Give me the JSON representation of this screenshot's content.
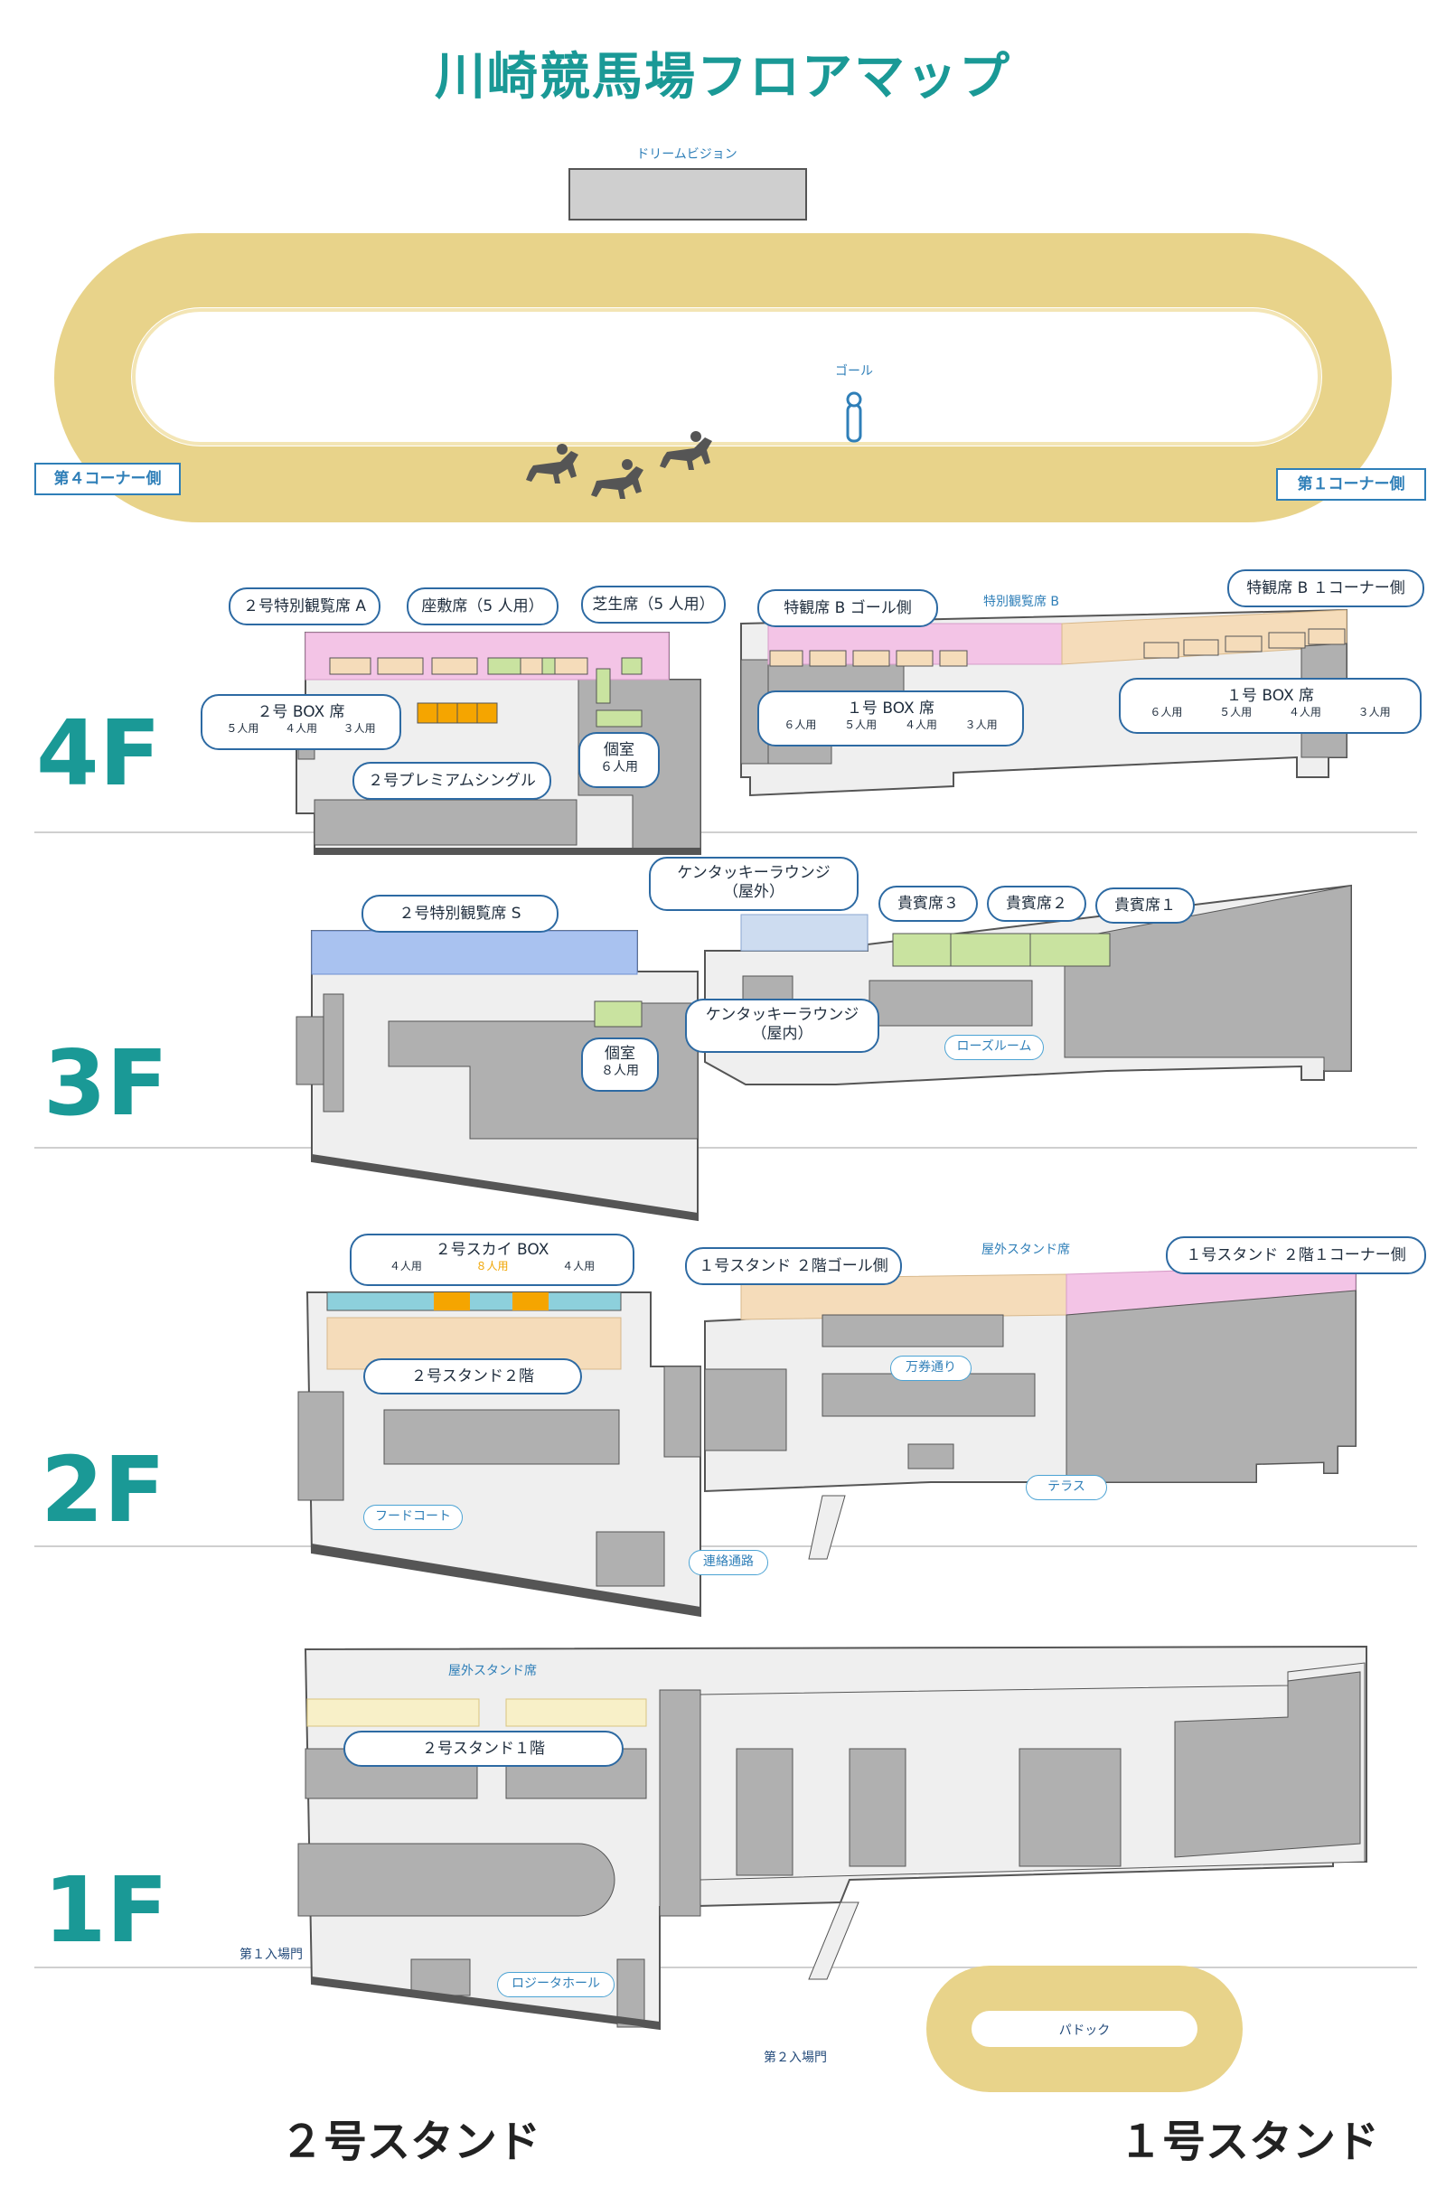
{
  "title": "川崎競馬場フロアマップ",
  "track": {
    "vision_label": "ドリームビジョン",
    "goal_label": "ゴール",
    "corner4_label": "第４コーナー側",
    "corner1_label": "第１コーナー側"
  },
  "floors": {
    "f4": {
      "label": "4F",
      "special_a": "２号特別観覧席 A",
      "zashiki": "座敷席（5 人用）",
      "shibafu": "芝生席（5 人用）",
      "tokkan_b_goal": "特観席 B ゴール側",
      "special_b_plain": "特別観覧席 B",
      "tokkan_b_corner": "特観席 B １コーナー側",
      "box2_label": "２号 BOX 席",
      "box2_sizes": [
        "５人用",
        "４人用",
        "３人用"
      ],
      "premium_single": "２号プレミアムシングル",
      "private_room_1": "個室",
      "private_room_1_size": "６人用",
      "box1a_label": "１号 BOX 席",
      "box1a_sizes": [
        "６人用",
        "５人用",
        "４人用",
        "３人用"
      ],
      "box1b_label": "１号 BOX 席",
      "box1b_sizes": [
        "６人用",
        "５人用",
        "４人用",
        "３人用"
      ]
    },
    "f3": {
      "label": "3F",
      "special_s": "２号特別観覧席 S",
      "kentucky_out_1": "ケンタッキーラウンジ",
      "kentucky_out_2": "（屋外）",
      "kihin3": "貴賓席３",
      "kihin2": "貴賓席２",
      "kihin1": "貴賓席１",
      "kentucky_in_1": "ケンタッキーラウンジ",
      "kentucky_in_2": "（屋内）",
      "private_room_1": "個室",
      "private_room_1_size": "８人用",
      "rose_room": "ローズルーム"
    },
    "f2": {
      "label": "2F",
      "sky_box": "２号スカイ BOX",
      "sky_box_sizes": [
        "４人用",
        "８人用",
        "４人用"
      ],
      "stand1_goal": "１号スタンド ２階ゴール側",
      "outdoor_seats": "屋外スタンド席",
      "stand1_corner": "１号スタンド ２階１コーナー側",
      "stand2_2f": "２号スタンド２階",
      "mankendori": "万券通り",
      "food_court": "フードコート",
      "terrace": "テラス",
      "connecting_path": "連絡通路"
    },
    "f1": {
      "label": "1F",
      "outdoor_seats": "屋外スタンド席",
      "stand2_1f": "２号スタンド１階",
      "gate1": "第１入場門",
      "rosita_hall": "ロジータホール",
      "paddock": "パドック",
      "gate2": "第２入場門"
    }
  },
  "stands": {
    "stand2": "２号スタンド",
    "stand1": "１号スタンド"
  },
  "colors": {
    "accent": "#1a9996",
    "track": "#e8d38a",
    "building_gray": "#b0b0b0",
    "floor_light": "#efefef",
    "special_pink": "#f3c4e6",
    "box_tan": "#f5dcba",
    "premium_orange": "#f5a500",
    "green_room": "#c9e3a0",
    "special_s_blue": "#a9c2f0",
    "sky_blue": "#8dd0dc",
    "callout_border": "#2d6aa3"
  }
}
